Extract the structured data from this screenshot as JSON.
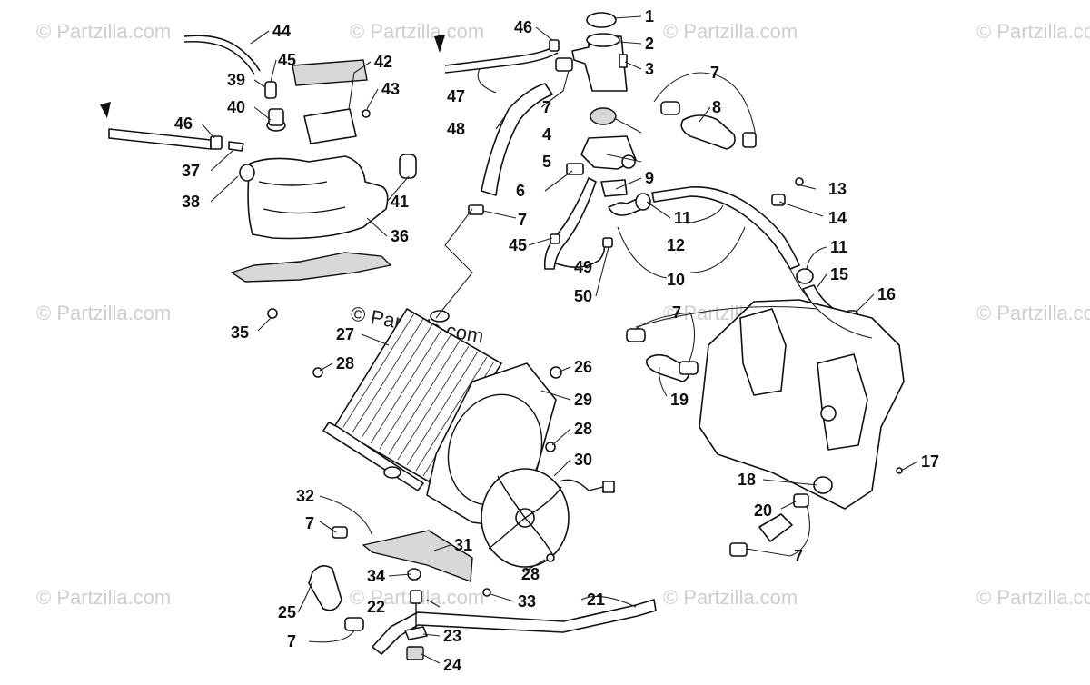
{
  "watermark": {
    "site": "© Partzilla.com",
    "center": "© Partzilla.com"
  },
  "callouts": [
    {
      "id": "c1",
      "label": "1"
    },
    {
      "id": "c2",
      "label": "2"
    },
    {
      "id": "c3",
      "label": "3"
    },
    {
      "id": "c4",
      "label": "4"
    },
    {
      "id": "c5",
      "label": "5"
    },
    {
      "id": "c6",
      "label": "6"
    },
    {
      "id": "c7a",
      "label": "7"
    },
    {
      "id": "c7b",
      "label": "7"
    },
    {
      "id": "c7c",
      "label": "7"
    },
    {
      "id": "c7d",
      "label": "7"
    },
    {
      "id": "c7e",
      "label": "7"
    },
    {
      "id": "c7f",
      "label": "7"
    },
    {
      "id": "c7g",
      "label": "7"
    },
    {
      "id": "c8",
      "label": "8"
    },
    {
      "id": "c9",
      "label": "9"
    },
    {
      "id": "c10",
      "label": "10"
    },
    {
      "id": "c11a",
      "label": "11"
    },
    {
      "id": "c11b",
      "label": "11"
    },
    {
      "id": "c12",
      "label": "12"
    },
    {
      "id": "c13",
      "label": "13"
    },
    {
      "id": "c14",
      "label": "14"
    },
    {
      "id": "c15",
      "label": "15"
    },
    {
      "id": "c16",
      "label": "16"
    },
    {
      "id": "c17",
      "label": "17"
    },
    {
      "id": "c18",
      "label": "18"
    },
    {
      "id": "c19",
      "label": "19"
    },
    {
      "id": "c20",
      "label": "20"
    },
    {
      "id": "c21",
      "label": "21"
    },
    {
      "id": "c22",
      "label": "22"
    },
    {
      "id": "c23",
      "label": "23"
    },
    {
      "id": "c24",
      "label": "24"
    },
    {
      "id": "c25",
      "label": "25"
    },
    {
      "id": "c26",
      "label": "26"
    },
    {
      "id": "c27",
      "label": "27"
    },
    {
      "id": "c28a",
      "label": "28"
    },
    {
      "id": "c28b",
      "label": "28"
    },
    {
      "id": "c28c",
      "label": "28"
    },
    {
      "id": "c29",
      "label": "29"
    },
    {
      "id": "c30",
      "label": "30"
    },
    {
      "id": "c31",
      "label": "31"
    },
    {
      "id": "c32",
      "label": "32"
    },
    {
      "id": "c33",
      "label": "33"
    },
    {
      "id": "c34",
      "label": "34"
    },
    {
      "id": "c35",
      "label": "35"
    },
    {
      "id": "c36",
      "label": "36"
    },
    {
      "id": "c37",
      "label": "37"
    },
    {
      "id": "c38",
      "label": "38"
    },
    {
      "id": "c39",
      "label": "39"
    },
    {
      "id": "c40",
      "label": "40"
    },
    {
      "id": "c41",
      "label": "41"
    },
    {
      "id": "c42",
      "label": "42"
    },
    {
      "id": "c43",
      "label": "43"
    },
    {
      "id": "c44",
      "label": "44"
    },
    {
      "id": "c45a",
      "label": "45"
    },
    {
      "id": "c45b",
      "label": "45"
    },
    {
      "id": "c46a",
      "label": "46"
    },
    {
      "id": "c46b",
      "label": "46"
    },
    {
      "id": "c47",
      "label": "47"
    },
    {
      "id": "c48",
      "label": "48"
    },
    {
      "id": "c49",
      "label": "49"
    },
    {
      "id": "c50",
      "label": "50"
    }
  ]
}
